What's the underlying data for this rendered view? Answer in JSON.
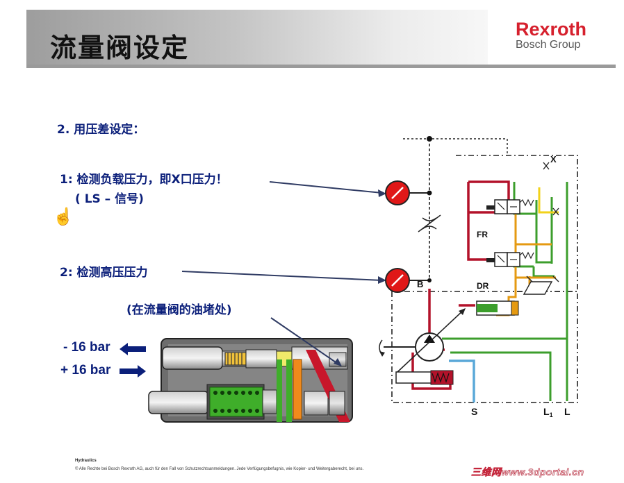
{
  "header": {
    "title": "流量阀设定",
    "brand_name": "Rexroth",
    "brand_sub": "Bosch Group"
  },
  "content": {
    "section_heading": "2. 用压差设定：",
    "item1_line1": "1: 检测负载压力，即X口压力！",
    "item1_line2": "( LS – 信号)",
    "item2": "2: 检测高压压力",
    "note": "(在流量阀的油堵处)",
    "minus_bar": "- 16 bar",
    "plus_bar": "+ 16 bar"
  },
  "diagram": {
    "port_x": "X",
    "port_b": "B",
    "label_fr": "FR",
    "label_dr": "DR",
    "port_s": "S",
    "port_l1": "L",
    "port_l1_sub": "1",
    "port_l": "L"
  },
  "footer": {
    "line1": "Hydraulics",
    "line2": "© Alle Rechte bei Bosch Rexroth AG, auch für den Fall von Schutzrechtsanmeldungen. Jede Verfügungsbefugnis, wie Kopier- und Weitergaberecht, bei uns."
  },
  "watermark": "三维网www.3dportal.cn",
  "icons": [
    "hand-cursor-icon",
    "left-arrow-icon",
    "right-arrow-icon",
    "pressure-gauge-icon"
  ],
  "colors": {
    "title_blue": "#0b1f7a",
    "brand_red": "#d6202d",
    "pressure_red": "#b3122a",
    "load_green": "#3c9e2c",
    "control_orange": "#e59a12",
    "suction_blue": "#5aa8d8",
    "gauge_red": "#e01818"
  }
}
